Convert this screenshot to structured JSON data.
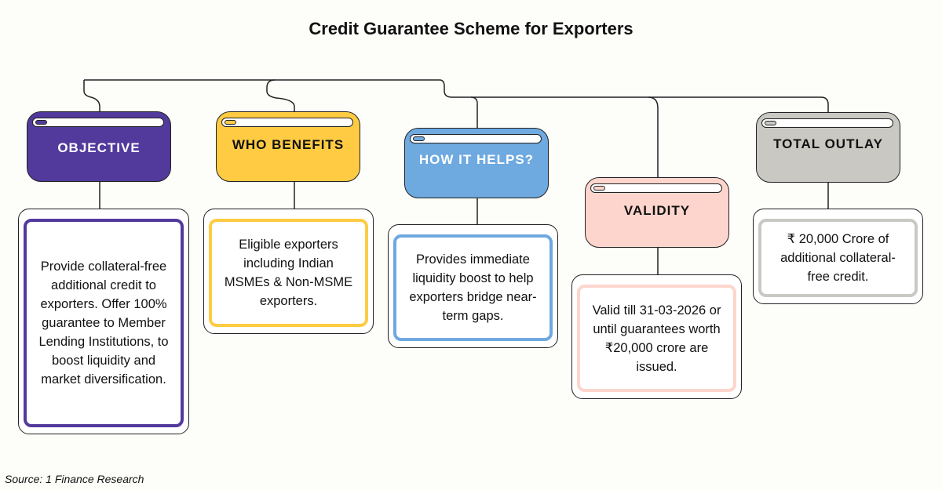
{
  "title": "Credit Guarantee Scheme for Exporters",
  "sections": [
    {
      "heading": "OBJECTIVE",
      "text": "Provide collateral-free additional credit to exporters. Offer 100% guarantee to Member Lending Institutions, to boost liquidity and market diversification.",
      "color": "#523a9c",
      "label_color": "#ffffff"
    },
    {
      "heading": "WHO BENEFITS",
      "text": "Eligible exporters including Indian MSMEs & Non-MSME exporters.",
      "color": "#fecb43",
      "label_color": "#111111"
    },
    {
      "heading": "HOW IT HELPS?",
      "text": "Provides immediate liquidity boost to help exporters bridge near-term gaps.",
      "color": "#6ea9e0",
      "label_color": "#ffffff"
    },
    {
      "heading": "VALIDITY",
      "text": "Valid till 31-03-2026 or until guarantees worth ₹20,000 crore are issued.",
      "color": "#fdd5cd",
      "label_color": "#111111"
    },
    {
      "heading": "TOTAL OUTLAY",
      "text": "₹ 20,000 Crore of additional collateral-free credit.",
      "color": "#c9c8c3",
      "label_color": "#111111"
    }
  ],
  "source": "Source: 1 Finance Research"
}
